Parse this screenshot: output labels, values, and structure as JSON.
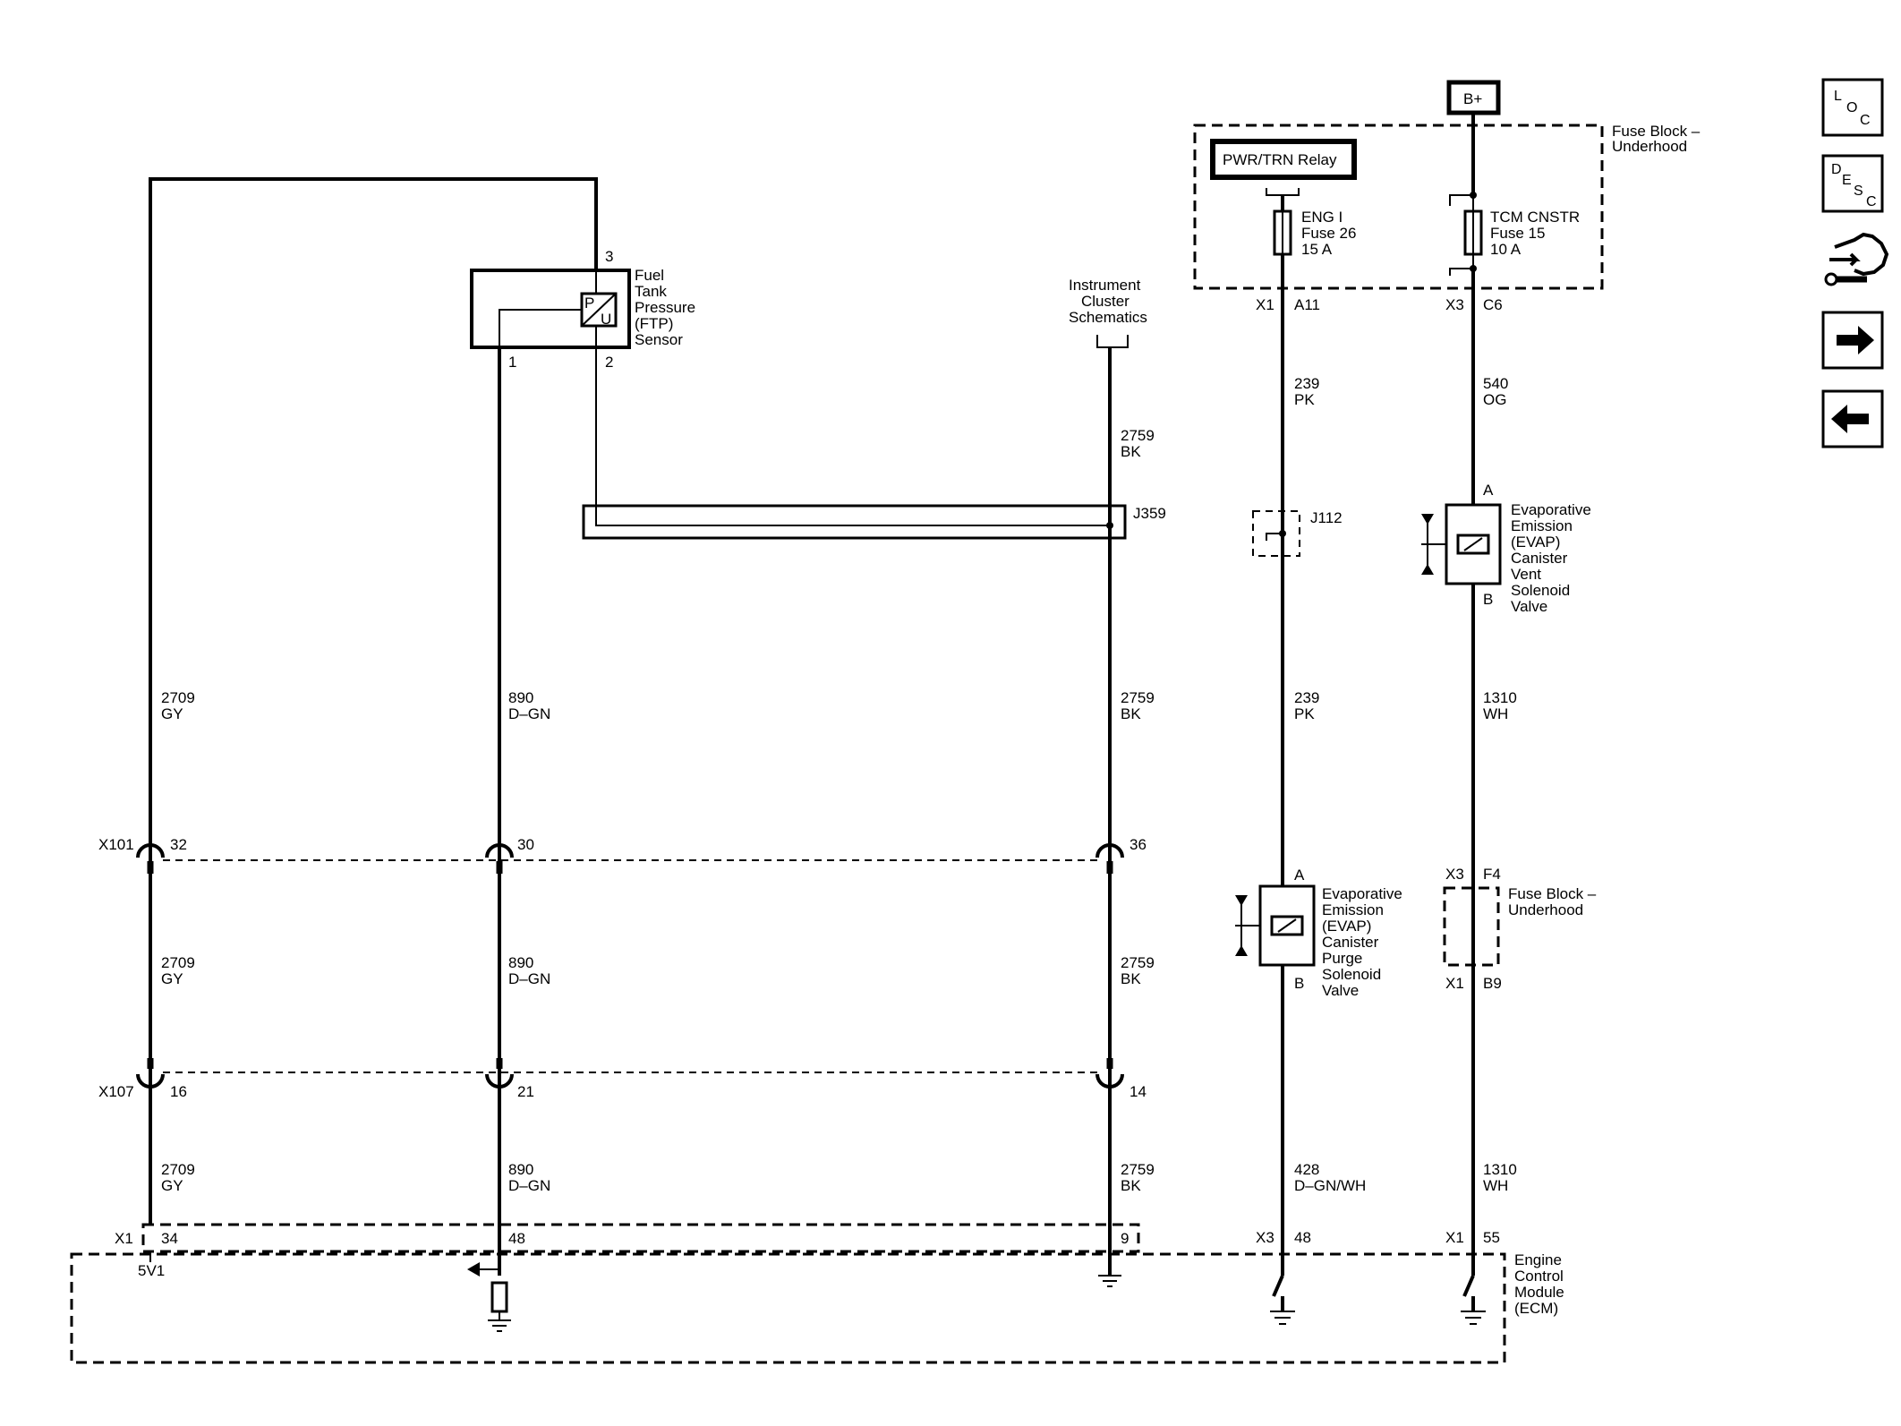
{
  "battery": "B+",
  "fuse_block_top": "Fuse Block –\nUnderhood",
  "relay": "PWR/TRN Relay",
  "fuse_eng": [
    "ENG I",
    "Fuse 26",
    "15 A"
  ],
  "fuse_tcm": [
    "TCM CNSTR",
    "Fuse 15",
    "10 A"
  ],
  "conn_x1_a11": [
    "X1",
    "A11"
  ],
  "conn_x3_c6": [
    "X3",
    "C6"
  ],
  "wire_239_top": [
    "239",
    "PK"
  ],
  "wire_540": [
    "540",
    "OG"
  ],
  "splice_j112": "J112",
  "vent_valve": {
    "pin_a": "A",
    "pin_b": "B",
    "name": [
      "Evaporative",
      "Emission",
      "(EVAP)",
      "Canister",
      "Vent",
      "Solenoid",
      "Valve"
    ]
  },
  "wire_239_mid": [
    "239",
    "PK"
  ],
  "wire_1310_mid": [
    "1310",
    "WH"
  ],
  "purge_valve": {
    "pin_a": "A",
    "pin_b": "B",
    "name": [
      "Evaporative",
      "Emission",
      "(EVAP)",
      "Canister",
      "Purge",
      "Solenoid",
      "Valve"
    ]
  },
  "conn_x3_f4": [
    "X3",
    "F4"
  ],
  "fuse_block_mid": [
    "Fuse Block –",
    "Underhood"
  ],
  "conn_x1_b9": [
    "X1",
    "B9"
  ],
  "wire_428": [
    "428",
    "D–GN/WH"
  ],
  "wire_1310_low": [
    "1310",
    "WH"
  ],
  "conn_x3_48": [
    "X3",
    "48"
  ],
  "conn_x1_55": [
    "X1",
    "55"
  ],
  "ecm": [
    "Engine",
    "Control",
    "Module",
    "(ECM)"
  ],
  "ftp_sensor": {
    "pin3": "3",
    "pin1": "1",
    "pin2": "2",
    "glyph_p": "P",
    "glyph_u": "U",
    "name": [
      "Fuel",
      "Tank",
      "Pressure",
      "(FTP)",
      "Sensor"
    ]
  },
  "instrument_cluster": [
    "Instrument",
    "Cluster",
    "Schematics"
  ],
  "wire_2759_top": [
    "2759",
    "BK"
  ],
  "splice_j359": "J359",
  "wires_upper": [
    [
      "2709",
      "GY"
    ],
    [
      "890",
      "D–GN"
    ],
    [
      "2759",
      "BK"
    ]
  ],
  "conn_x101": {
    "name": "X101",
    "pins": [
      "32",
      "30",
      "36"
    ]
  },
  "wires_middle": [
    [
      "2709",
      "GY"
    ],
    [
      "890",
      "D–GN"
    ],
    [
      "2759",
      "BK"
    ]
  ],
  "conn_x107": {
    "name": "X107",
    "pins": [
      "16",
      "21",
      "14"
    ]
  },
  "wires_lower": [
    [
      "2709",
      "GY"
    ],
    [
      "890",
      "D–GN"
    ],
    [
      "2759",
      "BK"
    ]
  ],
  "ecm_conn_x1": {
    "name": "X1",
    "pins": [
      "34",
      "48",
      "9"
    ]
  },
  "ref_5v": "5V1",
  "nav_buttons": {
    "loc": [
      "L",
      "O",
      "C"
    ],
    "desc": [
      "D",
      "E",
      "S",
      "C"
    ]
  }
}
